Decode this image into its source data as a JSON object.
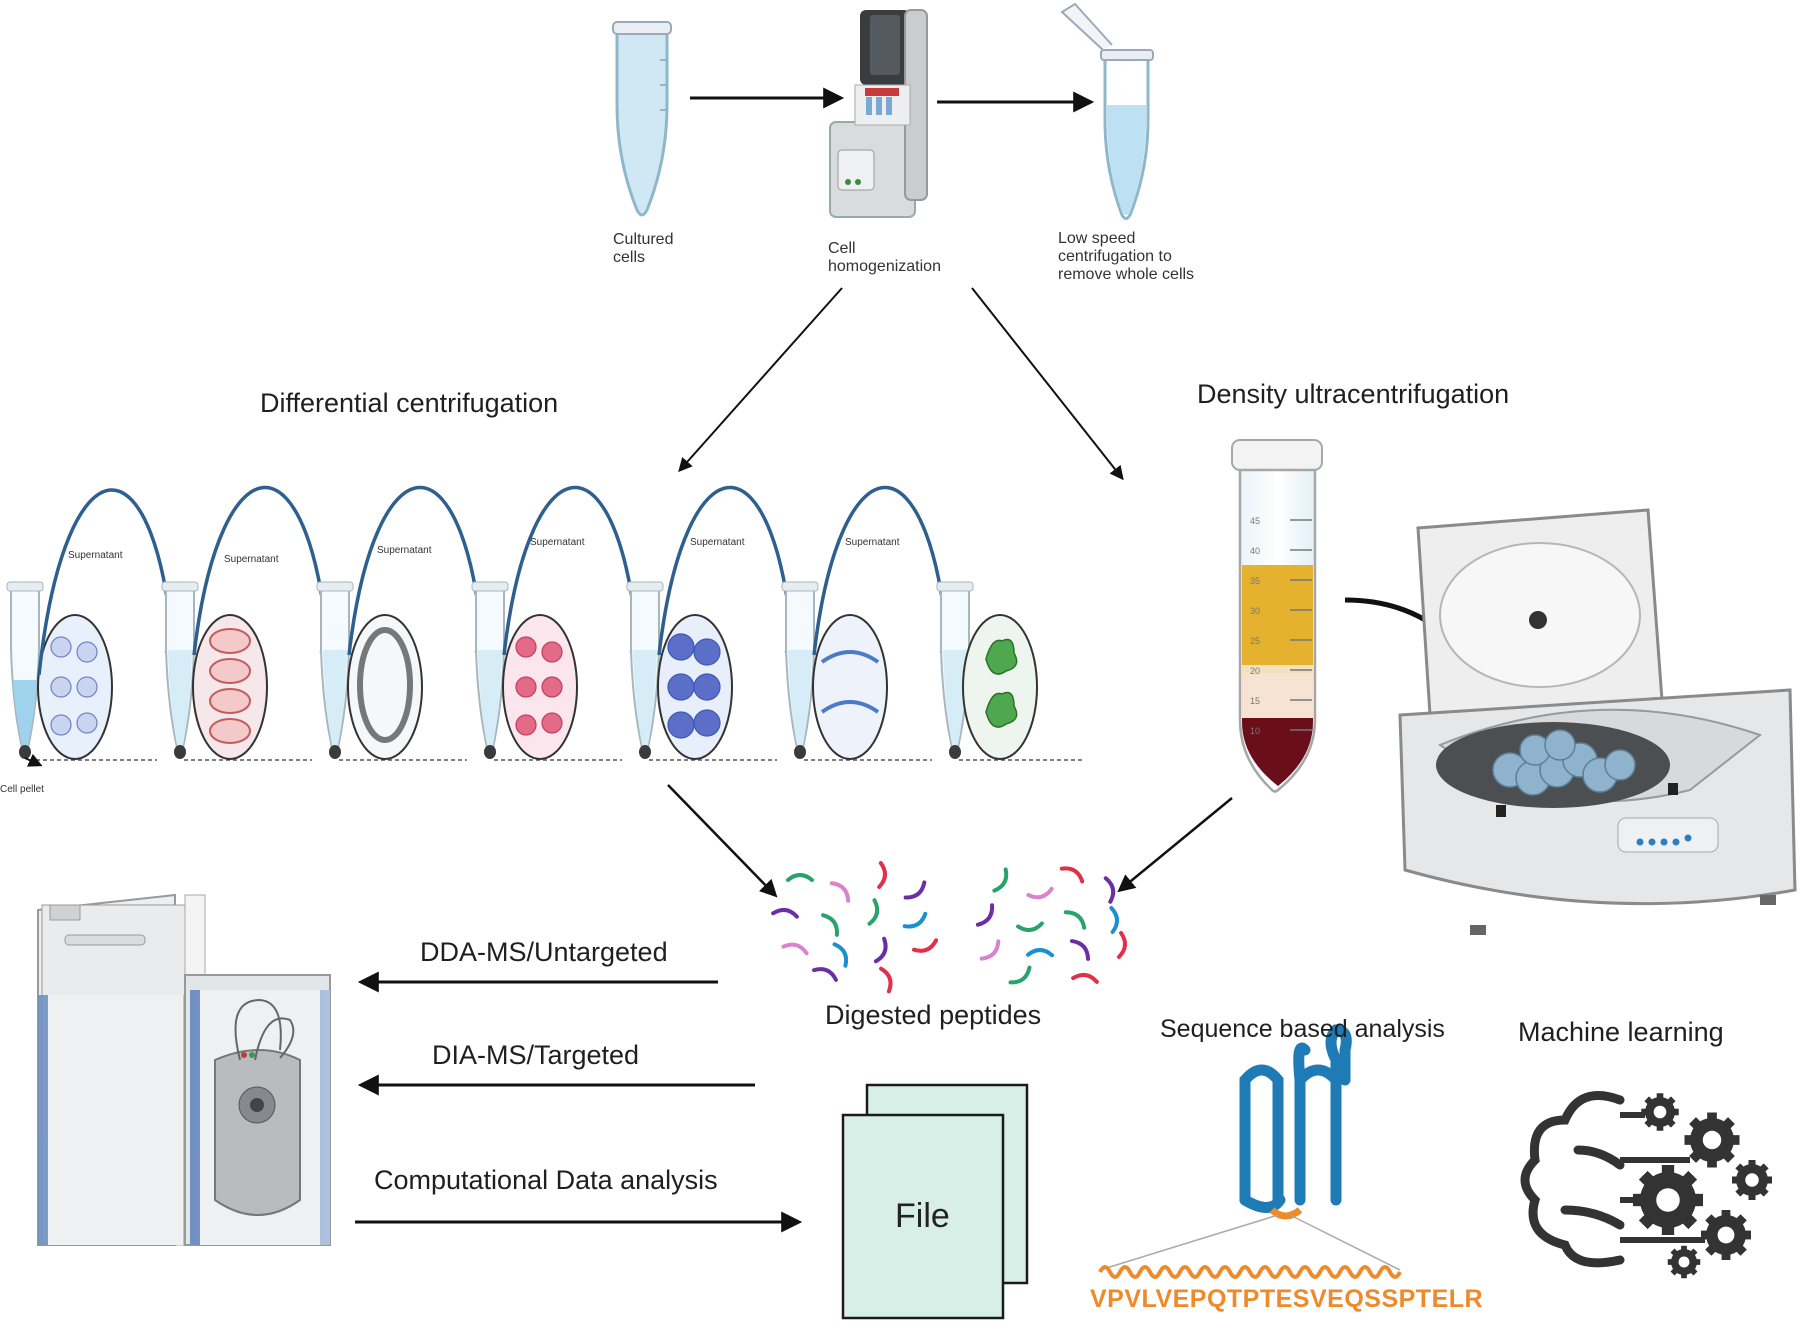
{
  "top_workflow": {
    "step1_label": "Cultured\ncells",
    "step2_label": "Cell\nhomogenization",
    "step3_label": "Low speed\ncentrifugation to\nremove whole cells"
  },
  "branches": {
    "left_title": "Differential centrifugation",
    "right_title": "Density ultracentrifugation"
  },
  "differential": {
    "supernatant_label": "Supernatant",
    "pellet_label": "Cell pellet"
  },
  "density_tube": {
    "scale_ticks": [
      "45",
      "40",
      "35",
      "30",
      "25",
      "20",
      "15",
      "10"
    ]
  },
  "peptides": {
    "label": "Digested peptides"
  },
  "ms": {
    "dda_label": "DDA-MS/Untargeted",
    "dia_label": "DIA-MS/Targeted",
    "computational_label": "Computational Data analysis",
    "file_label": "File"
  },
  "analysis": {
    "sequence_title": "Sequence based analysis",
    "ml_title": "Machine learning",
    "sequence": "VPVLVEPQTPTESVEQSSPTELR"
  },
  "colors": {
    "arc_blue": "#2e5f8e",
    "tube_blue": "#bfe0ef",
    "peptide_colors": [
      "#2aa36b",
      "#d982d0",
      "#e0304a",
      "#6b2fa3",
      "#1c8fcf"
    ],
    "sequence_orange": "#ee8a2a",
    "membrane_blue": "#1f7bb6"
  }
}
